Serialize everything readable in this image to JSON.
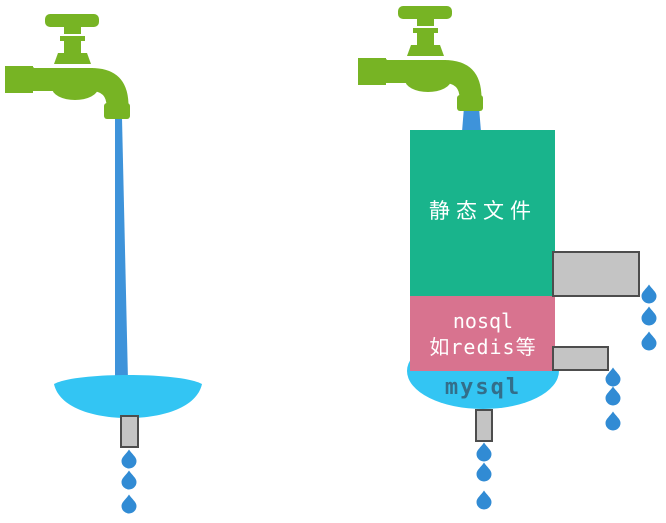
{
  "diagram": {
    "description_visible_text_only": true,
    "colors": {
      "faucet_green": "#77b424",
      "stream_blue": "#3e93da",
      "drop_blue": "#318bd4",
      "bowl_cyan": "#33c5f3",
      "layer_teal": "#19b48c",
      "layer_pink": "#d8738f",
      "outlet_gray": "#c4c4c4",
      "outlet_border": "#4d4d4d",
      "white_text": "#ffffff",
      "mysql_text": "#336e8a"
    },
    "left_figure": {
      "faucet": "faucet-icon",
      "bowl": "collection-bowl",
      "drip_count": 3
    },
    "right_figure": {
      "faucet": "faucet-icon",
      "layers": [
        {
          "id": "static-files",
          "label": "静态文件"
        },
        {
          "id": "nosql",
          "label_line1": "nosql",
          "label_line2": "如redis等"
        },
        {
          "id": "mysql",
          "label": "mysql"
        }
      ],
      "outlet_count": 3,
      "drip_columns": 3,
      "drips_per_column": 3
    }
  }
}
